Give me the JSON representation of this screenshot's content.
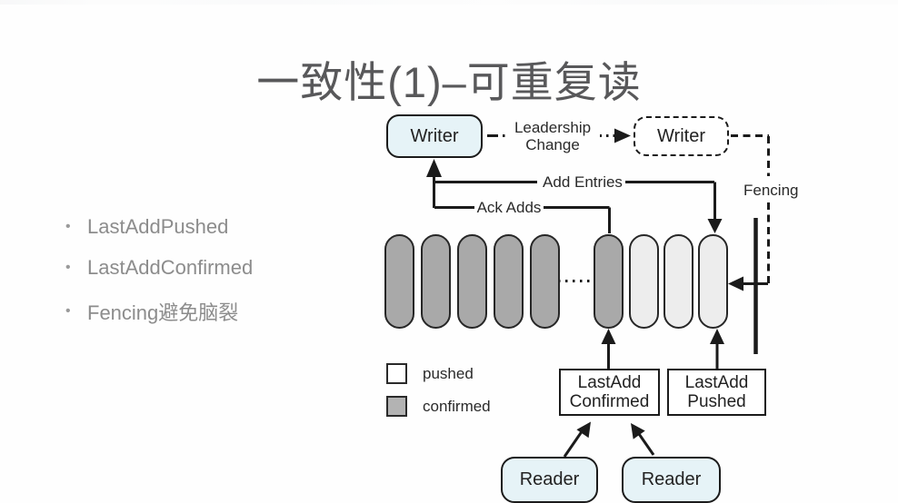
{
  "title": "一致性(1)–可重复读",
  "bullets": {
    "items": [
      "LastAddPushed",
      "LastAddConfirmed",
      "Fencing避免脑裂"
    ]
  },
  "diagram": {
    "writer_left": "Writer",
    "writer_right": "Writer",
    "labels": {
      "leadership_change": "Leadership\nChange",
      "add_entries": "Add Entries",
      "ack_adds": "Ack Adds",
      "fencing": "Fencing"
    },
    "entries": [
      "confirmed",
      "confirmed",
      "confirmed",
      "confirmed",
      "confirmed",
      "confirmed",
      "pushed",
      "pushed",
      "pushed"
    ],
    "ellipsis_after_index": 4,
    "legend": {
      "pushed": "pushed",
      "confirmed": "confirmed"
    },
    "boxes": {
      "last_add_confirmed": {
        "line1": "LastAdd",
        "line2": "Confirmed"
      },
      "last_add_pushed": {
        "line1": "LastAdd",
        "line2": "Pushed"
      }
    },
    "readers": [
      "Reader",
      "Reader"
    ]
  },
  "colors": {
    "title_text": "#58585a",
    "bullet_text": "#8c8c8c",
    "node_fill": "#e6f3f7",
    "line": "#1b1b1b",
    "pill_confirmed": "#a9a9a9",
    "pill_pushed": "#ededed",
    "legend_confirmed_swatch": "#b3b3b3"
  }
}
